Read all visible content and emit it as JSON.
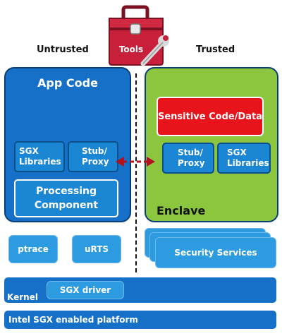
{
  "labels": {
    "untrusted": "Untrusted",
    "trusted": "Trusted",
    "tools": "Tools"
  },
  "app": {
    "title": "App Code",
    "sgx_libraries": "SGX Libraries",
    "stub_proxy": "Stub/ Proxy",
    "processing": "Processing Component"
  },
  "enclave": {
    "title": "Enclave",
    "sensitive": "Sensitive Code/Data",
    "stub_proxy": "Stub/ Proxy",
    "sgx_libraries": "SGX Libraries"
  },
  "services": {
    "ptrace": "ptrace",
    "urts": "uRTS",
    "security": "Security Services"
  },
  "kernel": {
    "label": "Kernel",
    "driver": "SGX driver"
  },
  "platform": "Intel SGX enabled platform",
  "colors": {
    "blue": "#1670c8",
    "green": "#8cc63f",
    "red": "#e8141c",
    "toolbox": "#c8203a",
    "arrow": "#b3121d"
  }
}
